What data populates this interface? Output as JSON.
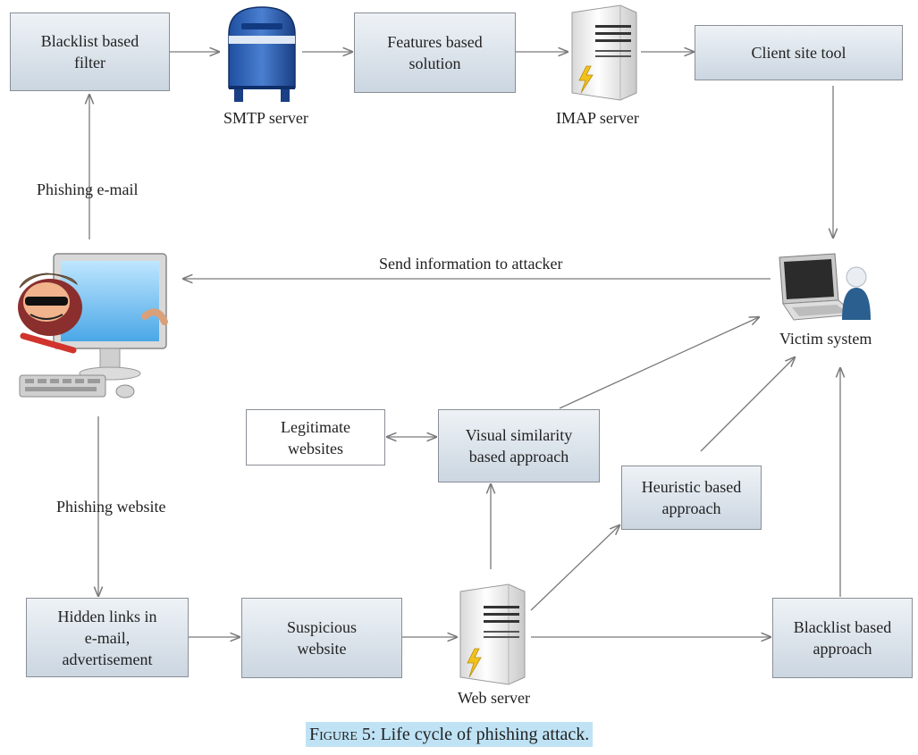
{
  "boxes": {
    "blacklist_filter": "Blacklist based\nfilter",
    "features_solution": "Features based\nsolution",
    "client_site_tool": "Client site tool",
    "legitimate_websites": "Legitimate\nwebsites",
    "visual_similarity": "Visual similarity\nbased approach",
    "heuristic": "Heuristic based\napproach",
    "hidden_links": "Hidden links in\ne-mail,\nadvertisement",
    "suspicious_website": "Suspicious\nwebsite",
    "blacklist_approach": "Blacklist based\napproach"
  },
  "labels": {
    "smtp_server": "SMTP server",
    "imap_server": "IMAP server",
    "phishing_email": "Phishing e-mail",
    "send_info": "Send information to attacker",
    "victim_system": "Victim system",
    "phishing_website": "Phishing website",
    "web_server": "Web server"
  },
  "caption": {
    "prefix": "Figure 5:",
    "text": " Life cycle of phishing attack."
  },
  "icons": [
    "mailbox-icon",
    "imap-server-icon",
    "attacker-computer-icon",
    "victim-laptop-icon",
    "web-server-icon"
  ],
  "colors": {
    "box_fill_top": "#eef2f6",
    "box_fill_bottom": "#cbd6e1",
    "arrow": "#7a7a7a",
    "caption_bg": "#bfe3f5"
  }
}
